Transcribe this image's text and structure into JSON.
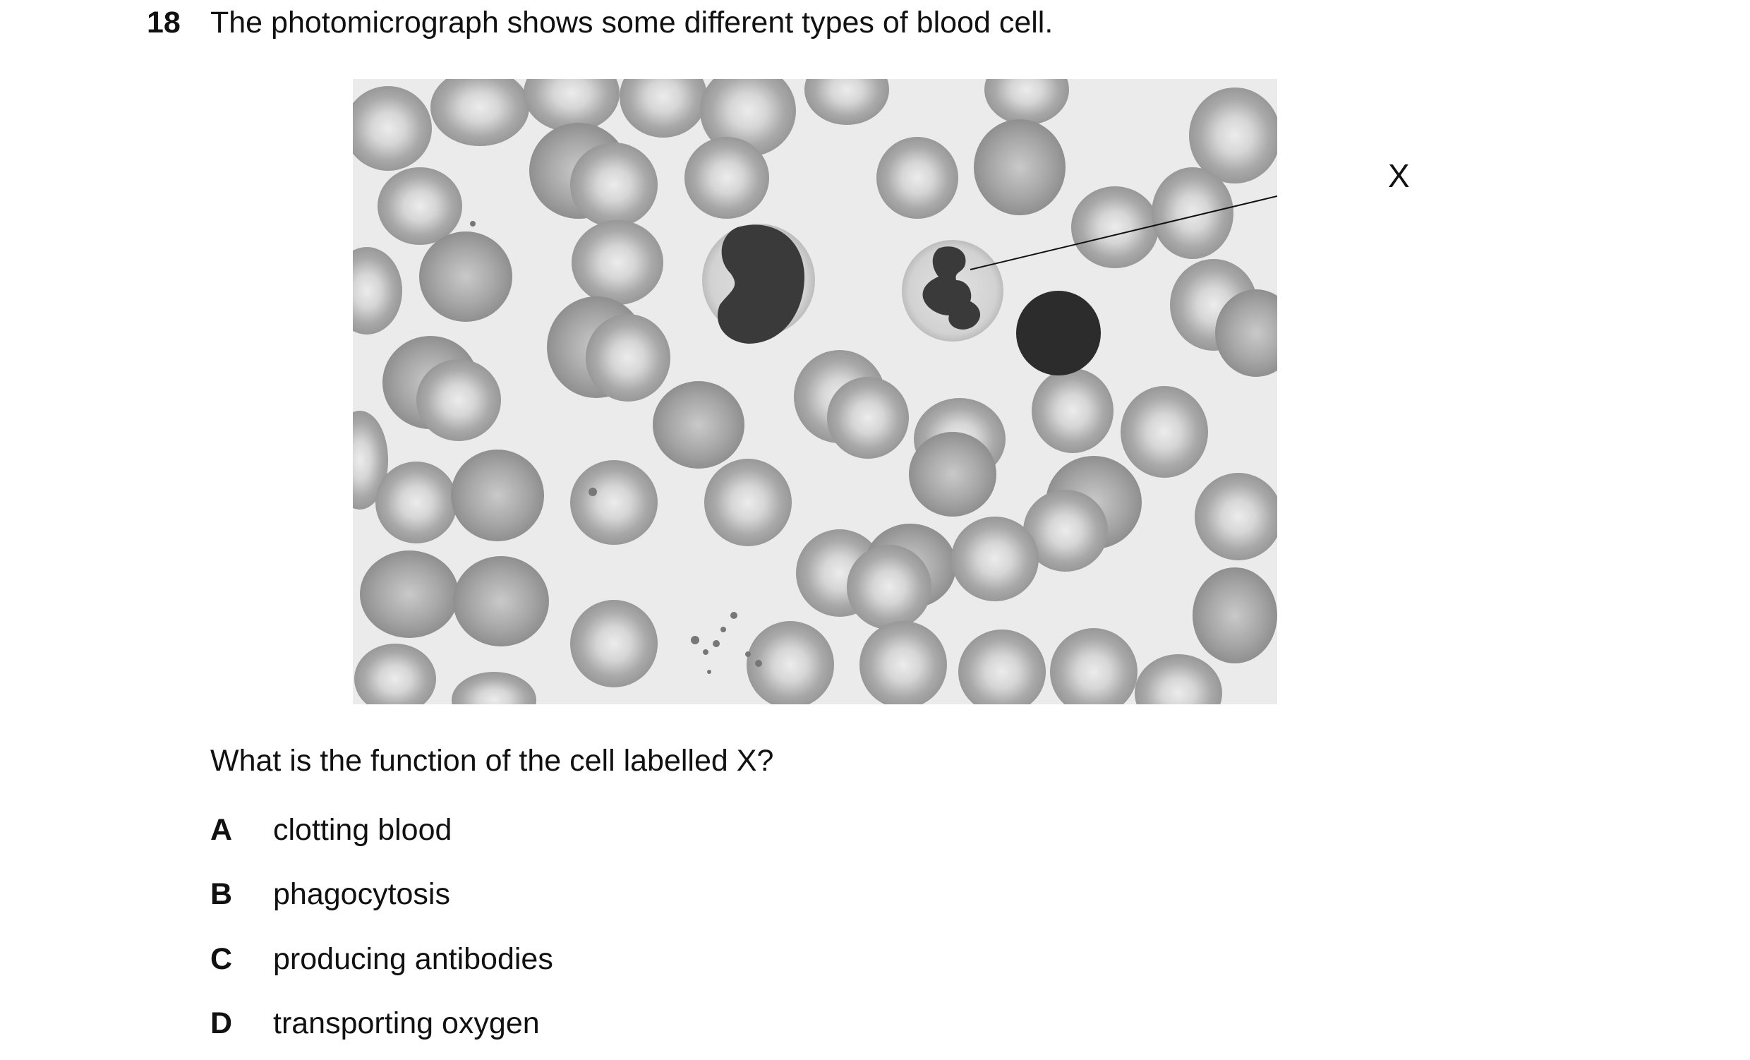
{
  "question": {
    "number": "18",
    "stem": "The photomicrograph shows some different types of blood cell.",
    "figure_label": "X",
    "prompt": "What is the function of the cell labelled X?",
    "options": [
      {
        "letter": "A",
        "text": "clotting blood"
      },
      {
        "letter": "B",
        "text": "phagocytosis"
      },
      {
        "letter": "C",
        "text": "producing antibodies"
      },
      {
        "letter": "D",
        "text": "transporting oxygen"
      }
    ]
  }
}
